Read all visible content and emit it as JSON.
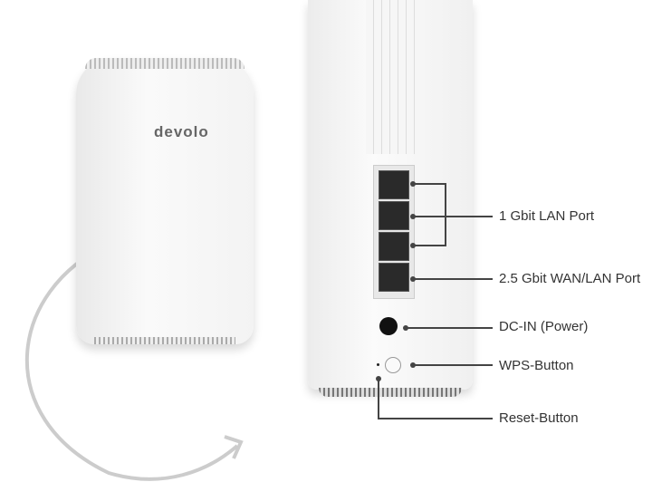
{
  "product": {
    "brand_logo": "devolo",
    "front_view": "router-front",
    "back_view": "router-back"
  },
  "callouts": [
    {
      "label": "1 Gbit LAN Port"
    },
    {
      "label": "2.5 Gbit WAN/LAN Port"
    },
    {
      "label": "DC-IN (Power)"
    },
    {
      "label": "WPS-Button"
    },
    {
      "label": "Reset-Button"
    }
  ]
}
